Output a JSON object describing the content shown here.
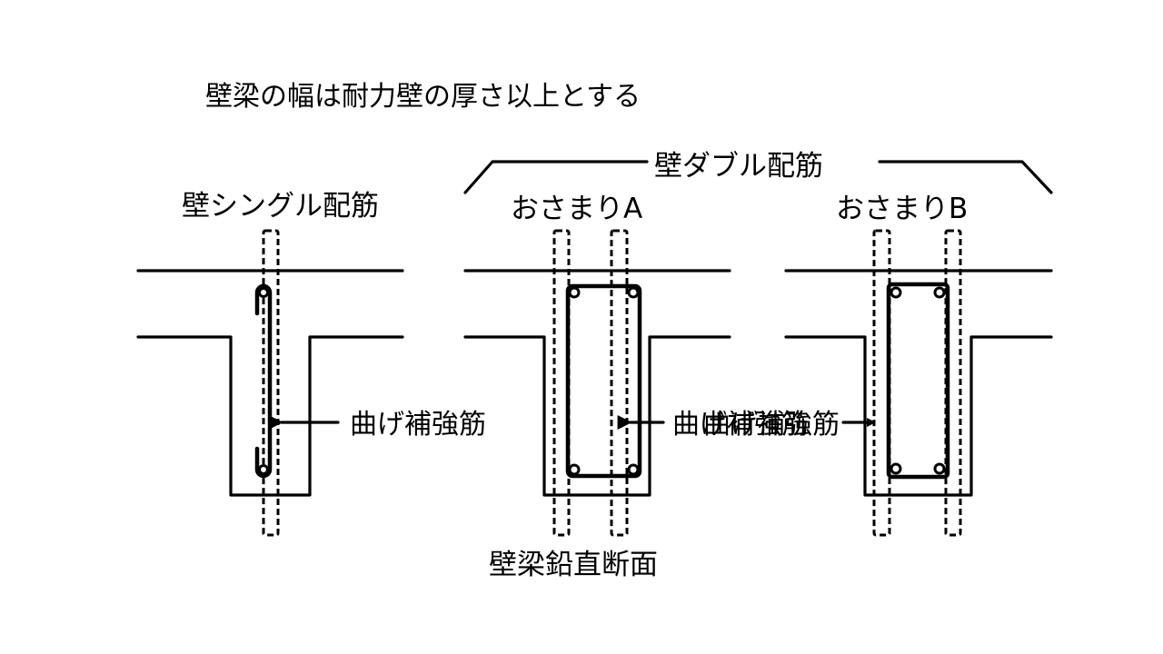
{
  "diagram": {
    "title": "壁梁の幅は耐力壁の厚さ以上とする",
    "caption": "壁梁鉛直断面",
    "colors": {
      "line": "#000000",
      "background": "#ffffff"
    },
    "single": {
      "heading": "壁シングル配筋",
      "callout": "曲げ補強筋"
    },
    "double": {
      "heading": "壁ダブル配筋",
      "variants": [
        {
          "label": "おさまりA",
          "callout": "曲げ補強筋",
          "callout_side": "right"
        },
        {
          "label": "おさまりB",
          "callout": "曲げ補強筋",
          "callout_side": "left"
        }
      ]
    },
    "legend_notes": {
      "dashed_rect": "wall-reinforcement",
      "solid_rect": "beam-stirrup",
      "circles": "main-bars"
    }
  }
}
